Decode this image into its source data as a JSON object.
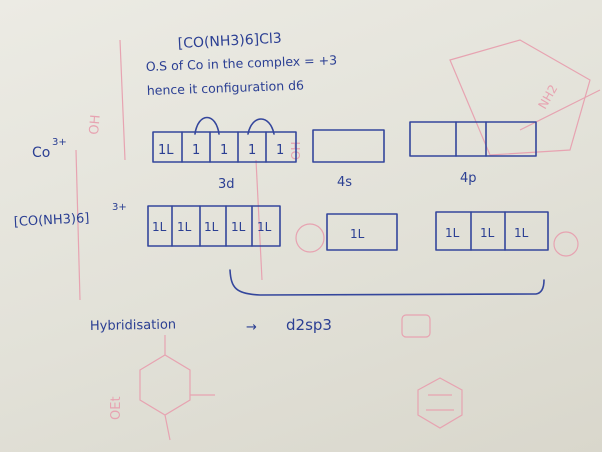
{
  "notes": {
    "formula": "[CO(NH3)6]Cl3",
    "oxidation_state": "O.S of Co in the complex = +3",
    "configuration": "hence it configuration d6",
    "ion_label": "Co",
    "ion_charge": "3+",
    "complex_label": "[CO(NH3)6]",
    "complex_charge": "3+",
    "hybridisation_label": "Hybridisation",
    "arrow": "→",
    "hybridisation_value": "d2sp3"
  },
  "orbitals": {
    "free_ion": {
      "d_boxes": [
        "1L",
        "1",
        "1",
        "1",
        "1"
      ],
      "d_label": "3d",
      "s_boxes": [
        ""
      ],
      "s_label": "4s",
      "p_boxes": [
        "",
        "",
        ""
      ],
      "p_label": "4p"
    },
    "complex": {
      "d_boxes": [
        "1L",
        "1L",
        "1L",
        "1L",
        "1L"
      ],
      "s_boxes": [
        "1L"
      ],
      "p_boxes": [
        "1L",
        "1L",
        "1L"
      ]
    }
  },
  "colors": {
    "ink": "#2b3f93",
    "paper": "#e4e2d8",
    "ghost": "#e7a3b1"
  }
}
